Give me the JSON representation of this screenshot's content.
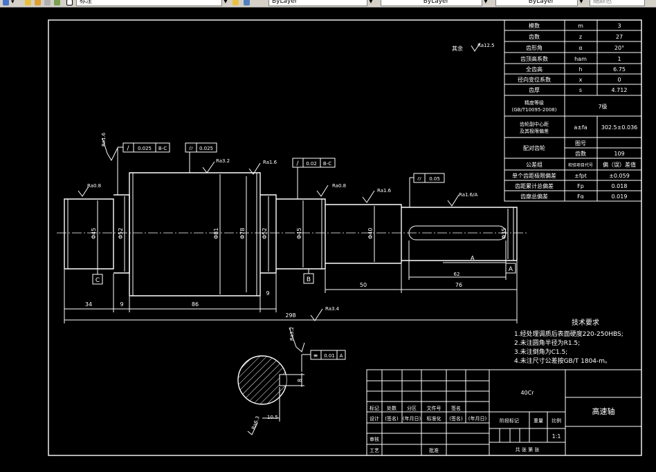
{
  "toolbar": {
    "style_combo": "标注",
    "color_combo": "ByLayer",
    "linetype_combo": "ByLayer",
    "lineweight_combo": "ByLayer",
    "plotstyle_combo": "随颜色"
  },
  "drawing": {
    "roughness_note": "其余",
    "roughness_note_value": "Ra12.5",
    "params": [
      {
        "name": "模数",
        "sym": "m",
        "val": "3"
      },
      {
        "name": "齿数",
        "sym": "z",
        "val": "27"
      },
      {
        "name": "齿形角",
        "sym": "α",
        "val": "20°"
      },
      {
        "name": "齿顶高系数",
        "sym": "ham",
        "val": "1"
      },
      {
        "name": "全齿高",
        "sym": "h",
        "val": "6.75"
      },
      {
        "name": "径向变位系数",
        "sym": "x",
        "val": "0"
      },
      {
        "name": "齿厚",
        "sym": "s",
        "val": "4.712"
      }
    ],
    "precision_label_1": "精度等级",
    "precision_label_2": "(GB/T10095-2008)",
    "precision_value": "7级",
    "center_label_1": "齿轮副中心距",
    "center_label_2": "及其极限偏差",
    "center_sym": "a±fa",
    "center_val": "302.5±0.036",
    "mating_label": "配对齿轮",
    "mating_fig_label": "图号",
    "mating_teeth_label": "齿数",
    "mating_teeth_val": "109",
    "tol_group_label": "公差组",
    "tol_group_sym": "检验项目代号",
    "tol_group_val": "偏（误）差值",
    "dev_rows": [
      {
        "name": "单个齿距极限偏差",
        "sym": "±fpt",
        "val": "±0.059"
      },
      {
        "name": "齿距累计总偏差",
        "sym": "Fp",
        "val": "0.018"
      },
      {
        "name": "齿廓总偏差",
        "sym": "Fα",
        "val": "0.019"
      }
    ],
    "tech_title": "技术要求",
    "tech_items": [
      "1.经处理调质后表面硬度220-250HBS;",
      "2.未注圆角半径为R1.5;",
      "3.未注倒角为C1.5;",
      "4.未注尺寸公差按GB/T 1804-m。"
    ],
    "dims": {
      "d45_left": "Φ45",
      "d52_left": "Φ52",
      "d81": "Φ81",
      "d78": "Φ78",
      "d52_right": "Φ52",
      "d45_right": "Φ45",
      "d40": "Φ40",
      "d35": "Φ35",
      "len_34": "34",
      "len_9a": "9",
      "len_86": "86",
      "len_9b": "9",
      "len_50": "50",
      "len_76": "76",
      "len_62": "62",
      "len_298": "298",
      "key_depth": "8",
      "key_len": "10.5",
      "section_letter": "A"
    },
    "roughness": {
      "r16_top": "Ra1.6",
      "r32_body": "Ra3.2",
      "r16_shoulder": "Ra1.6",
      "r08_left": "Ra0.8",
      "r08_mid": "Ra0.8",
      "r16_step": "Ra1.6",
      "r16_key": "Ra1.6/A",
      "r34_bottom": "Ra3.4",
      "r32_section": "Ra3.2",
      "r63_section": "Ra6.3"
    },
    "gdt": {
      "runout_left_val": "0.025",
      "runout_left_ref": "B-C",
      "cyl_val": "0.025",
      "runout_mid_val": "0.02",
      "runout_mid_ref": "B-C",
      "cyl_right_val": "0.05",
      "sym_val": "0.01",
      "sym_ref": "A"
    },
    "datums": {
      "c": "C",
      "b": "B",
      "a": "A"
    },
    "material": "40Cr",
    "part_title": "高速轴",
    "scale": "1:1",
    "title_block": {
      "mark": "标记",
      "count": "处数",
      "zone": "分区",
      "file_no": "文件号",
      "sign": "签名",
      "design": "设计",
      "sig1": "(签名)",
      "date1": "(年月日)",
      "std": "标准化",
      "sig2": "(签名)",
      "date2": "(年月日)",
      "stage": "阶段标记",
      "weight": "重量",
      "ratio": "比例",
      "review": "审核",
      "process": "工艺",
      "approve": "批准",
      "sheets": "共  张  第  张"
    }
  }
}
